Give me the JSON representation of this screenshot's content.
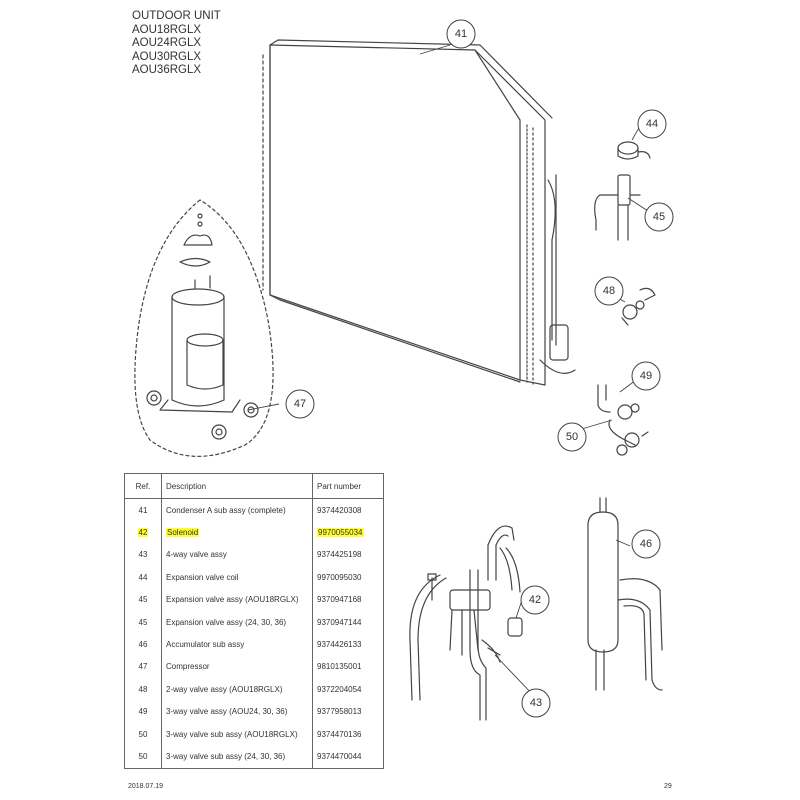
{
  "title": {
    "unit": "OUTDOOR UNIT",
    "models": [
      "AOU18RGLX",
      "AOU24RGLX",
      "AOU30RGLX",
      "AOU36RGLX"
    ]
  },
  "callouts": {
    "c41": "41",
    "c42": "42",
    "c43": "43",
    "c44": "44",
    "c45": "45",
    "c46": "46",
    "c47": "47",
    "c48": "48",
    "c49": "49",
    "c50": "50"
  },
  "table": {
    "headers": {
      "ref": "Ref.",
      "description": "Description",
      "part_number": "Part number"
    },
    "rows": [
      {
        "ref": "41",
        "description": "Condenser A sub assy (complete)",
        "part_number": "9374420308",
        "highlighted": false
      },
      {
        "ref": "42",
        "description": "Solenoid",
        "part_number": "9970055034",
        "highlighted": true
      },
      {
        "ref": "43",
        "description": "4-way valve assy",
        "part_number": "9374425198",
        "highlighted": false
      },
      {
        "ref": "44",
        "description": "Expansion valve coil",
        "part_number": "9970095030",
        "highlighted": false
      },
      {
        "ref": "45",
        "description": "Expansion valve assy (AOU18RGLX)",
        "part_number": "9370947168",
        "highlighted": false
      },
      {
        "ref": "45",
        "description": "Expansion valve assy (24, 30, 36)",
        "part_number": "9370947144",
        "highlighted": false
      },
      {
        "ref": "46",
        "description": "Accumulator sub assy",
        "part_number": "9374426133",
        "highlighted": false
      },
      {
        "ref": "47",
        "description": "Compressor",
        "part_number": "9810135001",
        "highlighted": false
      },
      {
        "ref": "48",
        "description": "2-way valve assy (AOU18RGLX)",
        "part_number": "9372204054",
        "highlighted": false
      },
      {
        "ref": "49",
        "description": "3-way valve assy (AOU24, 30, 36)",
        "part_number": "9377958013",
        "highlighted": false
      },
      {
        "ref": "50",
        "description": "3-way valve sub assy (AOU18RGLX)",
        "part_number": "9374470136",
        "highlighted": false
      },
      {
        "ref": "50",
        "description": "3-way valve sub assy (24, 30, 36)",
        "part_number": "9374470044",
        "highlighted": false
      }
    ]
  },
  "footer": {
    "date": "2018.07.19",
    "page": "29"
  },
  "colors": {
    "highlight": "#ffff33",
    "line": "#444444"
  }
}
